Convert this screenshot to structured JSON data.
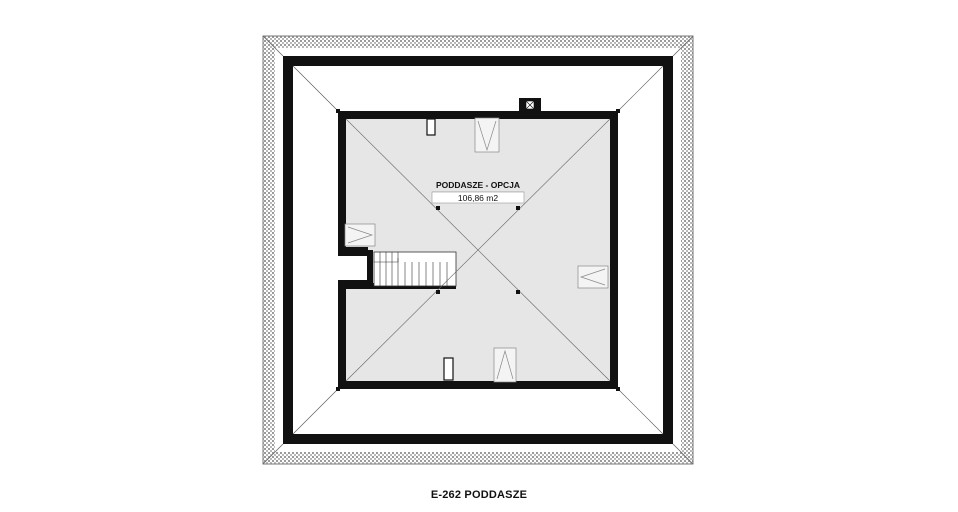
{
  "plan": {
    "room_name": "PODDASZE - OPCJA",
    "room_area": "106,86 m2",
    "caption": "E-262 PODDASZE"
  },
  "colors": {
    "wall": "#111111",
    "floor": "#e6e6e6",
    "roof_tile": "#cfcfcf",
    "background": "#ffffff"
  }
}
